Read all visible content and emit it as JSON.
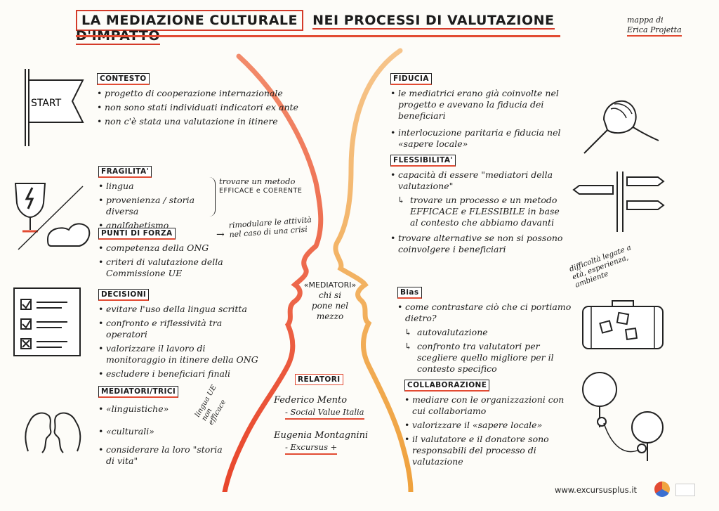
{
  "title": {
    "part1": "LA MEDIAZIONE CULTURALE",
    "part2": "NEI PROCESSI DI VALUTAZIONE D'IMPATTO"
  },
  "author": {
    "line1": "mappa di",
    "line2": "Erica Projetta"
  },
  "start_label": "START",
  "contesto": {
    "header": "CONTESTO",
    "items": [
      "progetto di cooperazione internazionale",
      "non sono stati individuati indicatori ex ante",
      "non c'è stata una valutazione in itinere"
    ]
  },
  "fragilita": {
    "header": "FRAGILITA'",
    "items": [
      "lingua",
      "provenienza / storia diversa",
      "analfabetismo"
    ],
    "note_line1": "trovare un metodo",
    "note_line2": "EFFICACE e COERENTE"
  },
  "punti_forza": {
    "header": "PUNTI DI FORZA",
    "items": [
      "competenza della ONG",
      "criteri di valutazione della Commissione UE"
    ],
    "note": "rimodulare le attività nel caso di una crisi"
  },
  "decisioni": {
    "header": "DECISIONI",
    "items": [
      "evitare l'uso della lingua scritta",
      "confronto e riflessività tra operatori",
      "valorizzare il lavoro di monitoraggio in itinere della ONG",
      "escludere i beneficiari finali"
    ]
  },
  "mediatori_trici": {
    "header": "MEDIATORI/TRICI",
    "items": [
      "«linguistiche»",
      "«culturali»",
      "considerare la loro \"storia di vita\""
    ],
    "note": "lingua UE non efficace"
  },
  "center": {
    "line1": "«MEDIATORI»",
    "line2": "chi si",
    "line3": "pone nel",
    "line4": "mezzo"
  },
  "relatori": {
    "header": "RELATORI",
    "speakers": [
      {
        "name": "Federico Mento",
        "org": "- Social Value Italia"
      },
      {
        "name": "Eugenia Montagnini",
        "org": "- Excursus +"
      }
    ]
  },
  "fiducia": {
    "header": "FIDUCIA",
    "items": [
      "le mediatrici erano già coinvolte nel progetto e avevano la fiducia dei beneficiari",
      "interlocuzione paritaria e fiducia nel «sapere locale»"
    ]
  },
  "flessibilita": {
    "header": "FLESSIBILITA'",
    "items": [
      "capacità di essere \"mediatori della valutazione\""
    ],
    "arrow_item": "trovare un processo e un metodo EFFICACE e FLESSIBILE in base al contesto che abbiamo davanti",
    "items2": [
      "trovare alternative se non si possono coinvolgere i beneficiari"
    ],
    "note": "difficoltà legate a età, esperienza, ambiente"
  },
  "bias": {
    "header": "Bias",
    "items": [
      "come contrastare ciò che ci portiamo dietro?"
    ],
    "arrows": [
      "autovalutazione",
      "confronto tra valutatori per scegliere quello migliore per il contesto specifico"
    ]
  },
  "collaborazione": {
    "header": "COLLABORAZIONE",
    "items": [
      "mediare con le organizzazioni con cui collaboriamo",
      "valorizzare il «sapere locale»",
      "il valutatore e il donatore sono responsabili del processo di valutazione"
    ]
  },
  "footer": {
    "url": "www.excursusplus.it"
  },
  "colors": {
    "red": "#e24b33",
    "orange": "#f0a541",
    "ink": "#1c1c1c"
  }
}
